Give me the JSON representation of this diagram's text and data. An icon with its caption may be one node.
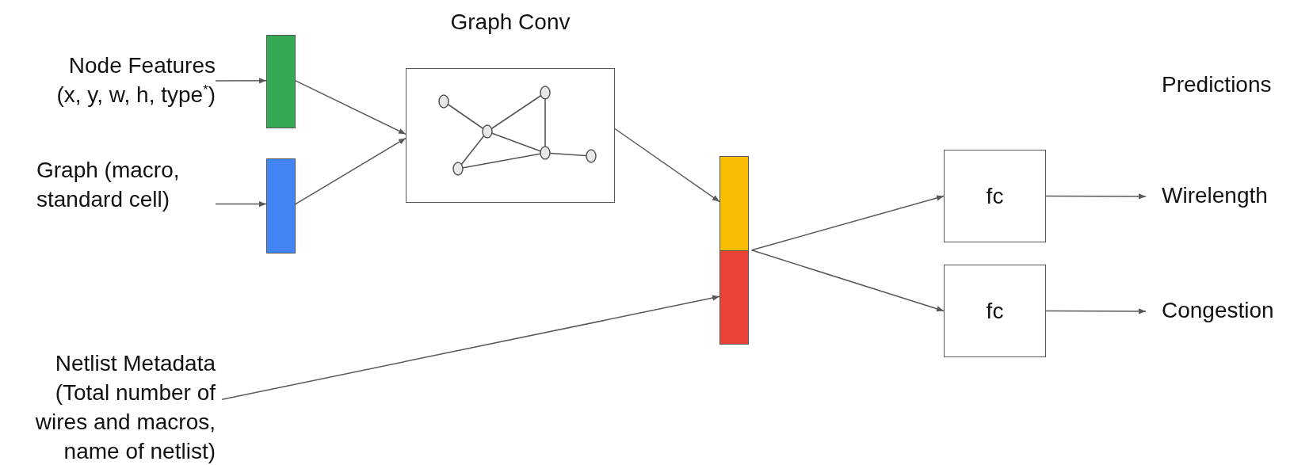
{
  "diagram": {
    "nodes": [
      {
        "text": [
          "Node Features",
          "(x, y, w, h, type$^{*}$)"
        ]
      },
      {
        "text": [],
        "shape": "bar"
      },
      {
        "text": [
          "Graph (macro, standard cell)"
        ]
      },
      {
        "text": [],
        "shape": "bar"
      },
      {
        "text": [
          "Graph Conv"
        ]
      },
      {
        "text": [],
        "shape": "bar"
      },
      {
        "text": [],
        "shape": "bar"
      },
      {
        "text": [
          "Netlist Metadata (Total number of wires and macros, name of netlist)"
        ]
      },
      {
        "text": [
          "fc"
        ]
      },
      {
        "text": [
          "fc"
        ]
      },
      {
        "text": [
          "Wirelength"
        ]
      },
      {
        "text": [
          "Congestion"
        ]
      }
    ],
    "edges": [
      {
        "from": 0,
        "to": 1,
        "arrow": "to"
      },
      {
        "from": 2,
        "to": 3,
        "arrow": "to"
      },
      {
        "from": 1,
        "to": 4,
        "arrow": "to"
      },
      {
        "from": 3,
        "to": 4,
        "arrow": "to"
      },
      {
        "from": 4,
        "to": 5,
        "arrow": "to"
      },
      {
        "from": 7,
        "to": 6,
        "arrow": "to"
      },
      {
        "from": 5,
        "to": 8,
        "arrow": "to"
      },
      {
        "from": 5,
        "to": 9,
        "arrow": "to"
      },
      {
        "from": 8,
        "to": 10,
        "arrow": "to"
      },
      {
        "from": 9,
        "to": 11,
        "arrow": "to"
      }
    ],
    "labels": [
      "Predictions"
    ]
  }
}
